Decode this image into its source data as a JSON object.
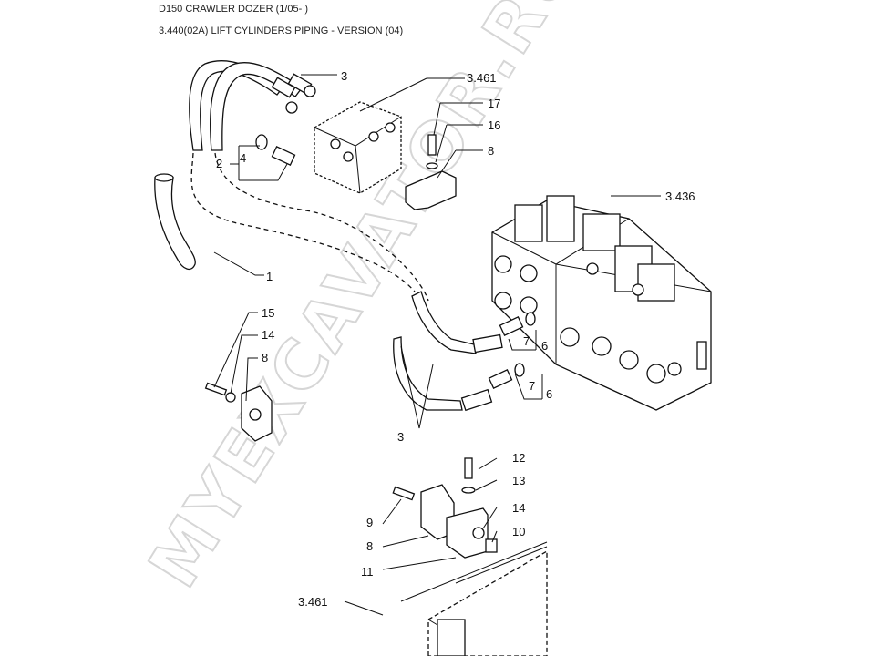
{
  "header": {
    "title": "D150 CRAWLER DOZER (1/05- )",
    "subtitle": "3.440(02A) LIFT CYLINDERS PIPING - VERSION (04)"
  },
  "watermark": "MYEXCAVATOR.RU",
  "callouts": {
    "c1": "1",
    "c2": "2",
    "c3a": "3",
    "c3b": "3",
    "c4": "4",
    "c6a": "6",
    "c6b": "6",
    "c7a": "7",
    "c7b": "7",
    "c8a": "8",
    "c8b": "8",
    "c8c": "8",
    "c9": "9",
    "c10": "10",
    "c11": "11",
    "c12": "12",
    "c13": "13",
    "c14a": "14",
    "c14b": "14",
    "c15": "15",
    "c16": "16",
    "c17": "17",
    "r3461a": "3.461",
    "r3461b": "3.461",
    "r3436": "3.436"
  }
}
